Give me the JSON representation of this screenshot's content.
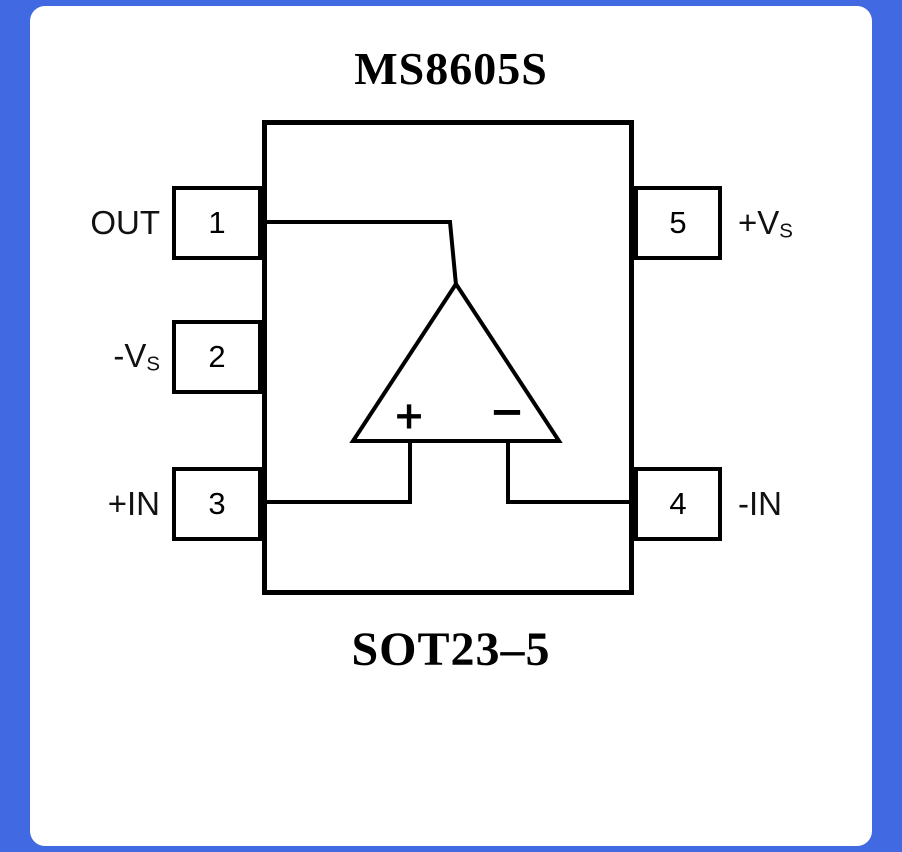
{
  "title": "MS8605S",
  "package": "SOT23–5",
  "colors": {
    "background": "#4169E1",
    "card": "#FFFFFF",
    "line": "#000000"
  },
  "opamp": {
    "non_inverting_input": "+",
    "inverting_input": "−"
  },
  "pins": [
    {
      "number": "1",
      "label": "OUT",
      "label_sub": "",
      "side": "left"
    },
    {
      "number": "2",
      "label": "-V",
      "label_sub": "S",
      "side": "left"
    },
    {
      "number": "3",
      "label": "+IN",
      "label_sub": "",
      "side": "left"
    },
    {
      "number": "4",
      "label": "-IN",
      "label_sub": "",
      "side": "right"
    },
    {
      "number": "5",
      "label": "+V",
      "label_sub": "S",
      "side": "right"
    }
  ]
}
